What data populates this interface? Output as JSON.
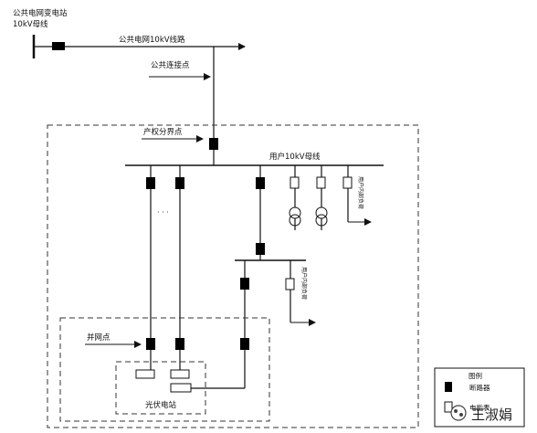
{
  "labels": {
    "substation_name": "公共电网变电站",
    "substation_bus": "10kV母线",
    "public_line": "公共电网10kV线路",
    "public_connection_point": "公共连接点",
    "property_boundary_point": "产权分界点",
    "user_bus": "用户10kV母线",
    "user_load_1": "用户内部负荷",
    "user_load_2": "用户内部负荷",
    "ellipsis": "· · ·",
    "grid_connection_point": "并网点",
    "pv_station": "光伏电站"
  },
  "legend": {
    "title": "图例",
    "breaker_label": "断路器",
    "second_label": "电能表"
  },
  "watermark": {
    "text": "王淑娟"
  },
  "colors": {
    "line": "#111111",
    "breaker_fill": "#000000",
    "dash": "#333333"
  }
}
